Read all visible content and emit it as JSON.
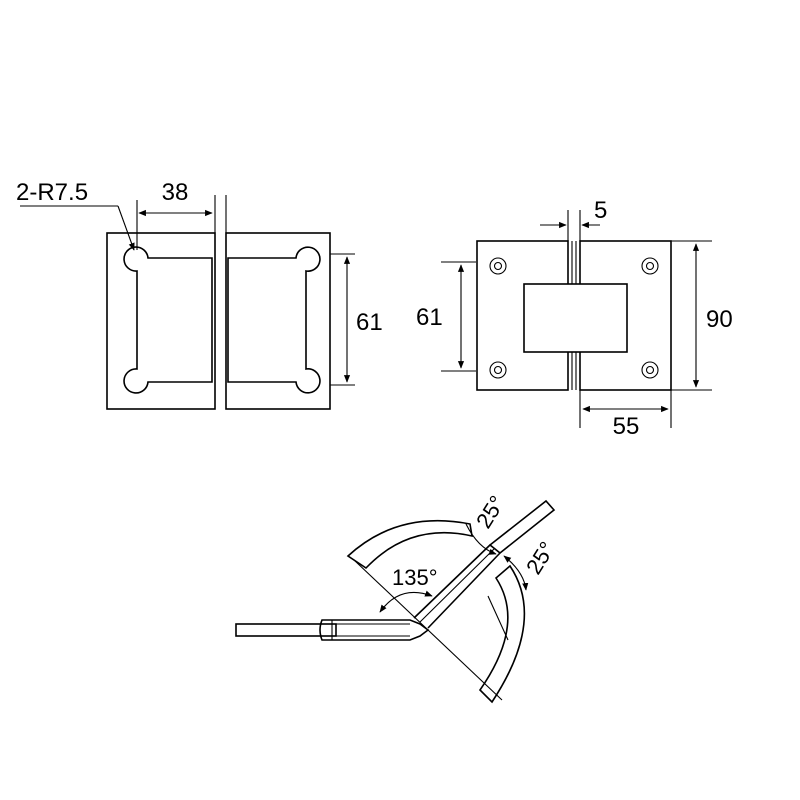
{
  "front_view": {
    "radius_label": "2-R7.5",
    "width_label": "38",
    "height_label": "61"
  },
  "side_view": {
    "gap_label": "5",
    "inner_height_label": "61",
    "outer_height_label": "90",
    "width_label": "55"
  },
  "swing_view": {
    "angle_label": "135°",
    "upper_tolerance_label": "25°",
    "lower_tolerance_label": "25°"
  },
  "colors": {
    "line": "#000000",
    "background": "#ffffff"
  }
}
